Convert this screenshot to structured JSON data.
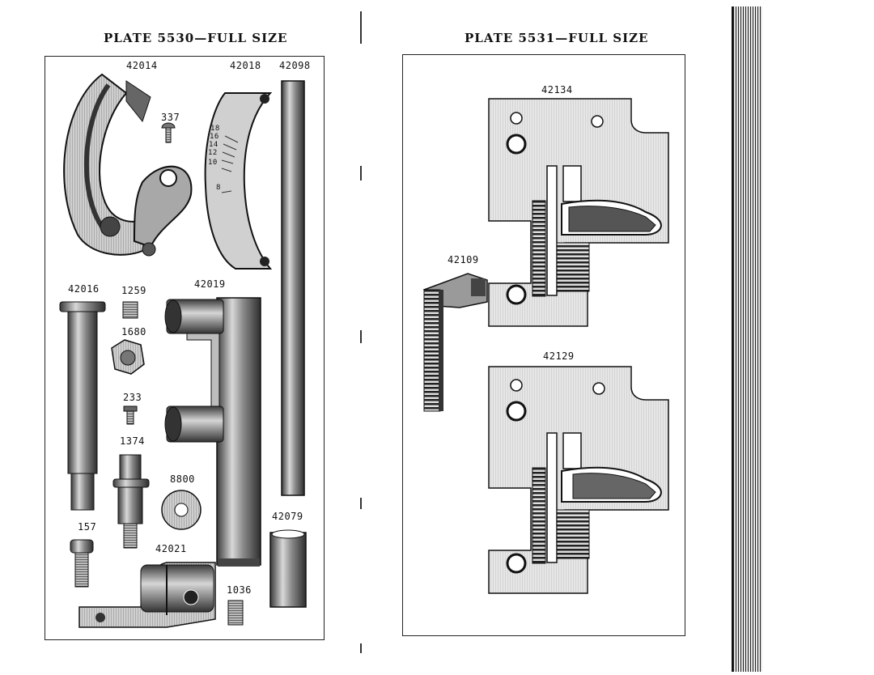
{
  "plates": {
    "left": {
      "title": "PLATE 5530—FULL SIZE",
      "parts": {
        "p42014": "42014",
        "p42018": "42018",
        "p42098": "42098",
        "p337": "337",
        "p42016": "42016",
        "p1259": "1259",
        "p42019": "42019",
        "p1680": "1680",
        "p233": "233",
        "p1374": "1374",
        "p8800": "8800",
        "p42079": "42079",
        "p157": "157",
        "p42021": "42021",
        "p1036": "1036"
      },
      "scale_marks": [
        "18",
        "16",
        "14",
        "12",
        "10",
        "8"
      ]
    },
    "right": {
      "title": "PLATE 5531—FULL SIZE",
      "parts": {
        "p42134": "42134",
        "p42109": "42109",
        "p42129": "42129"
      }
    }
  },
  "colors": {
    "ink": "#111111",
    "paper": "#ffffff",
    "shade": "#9a9a9a",
    "dark": "#4a4a4a"
  }
}
